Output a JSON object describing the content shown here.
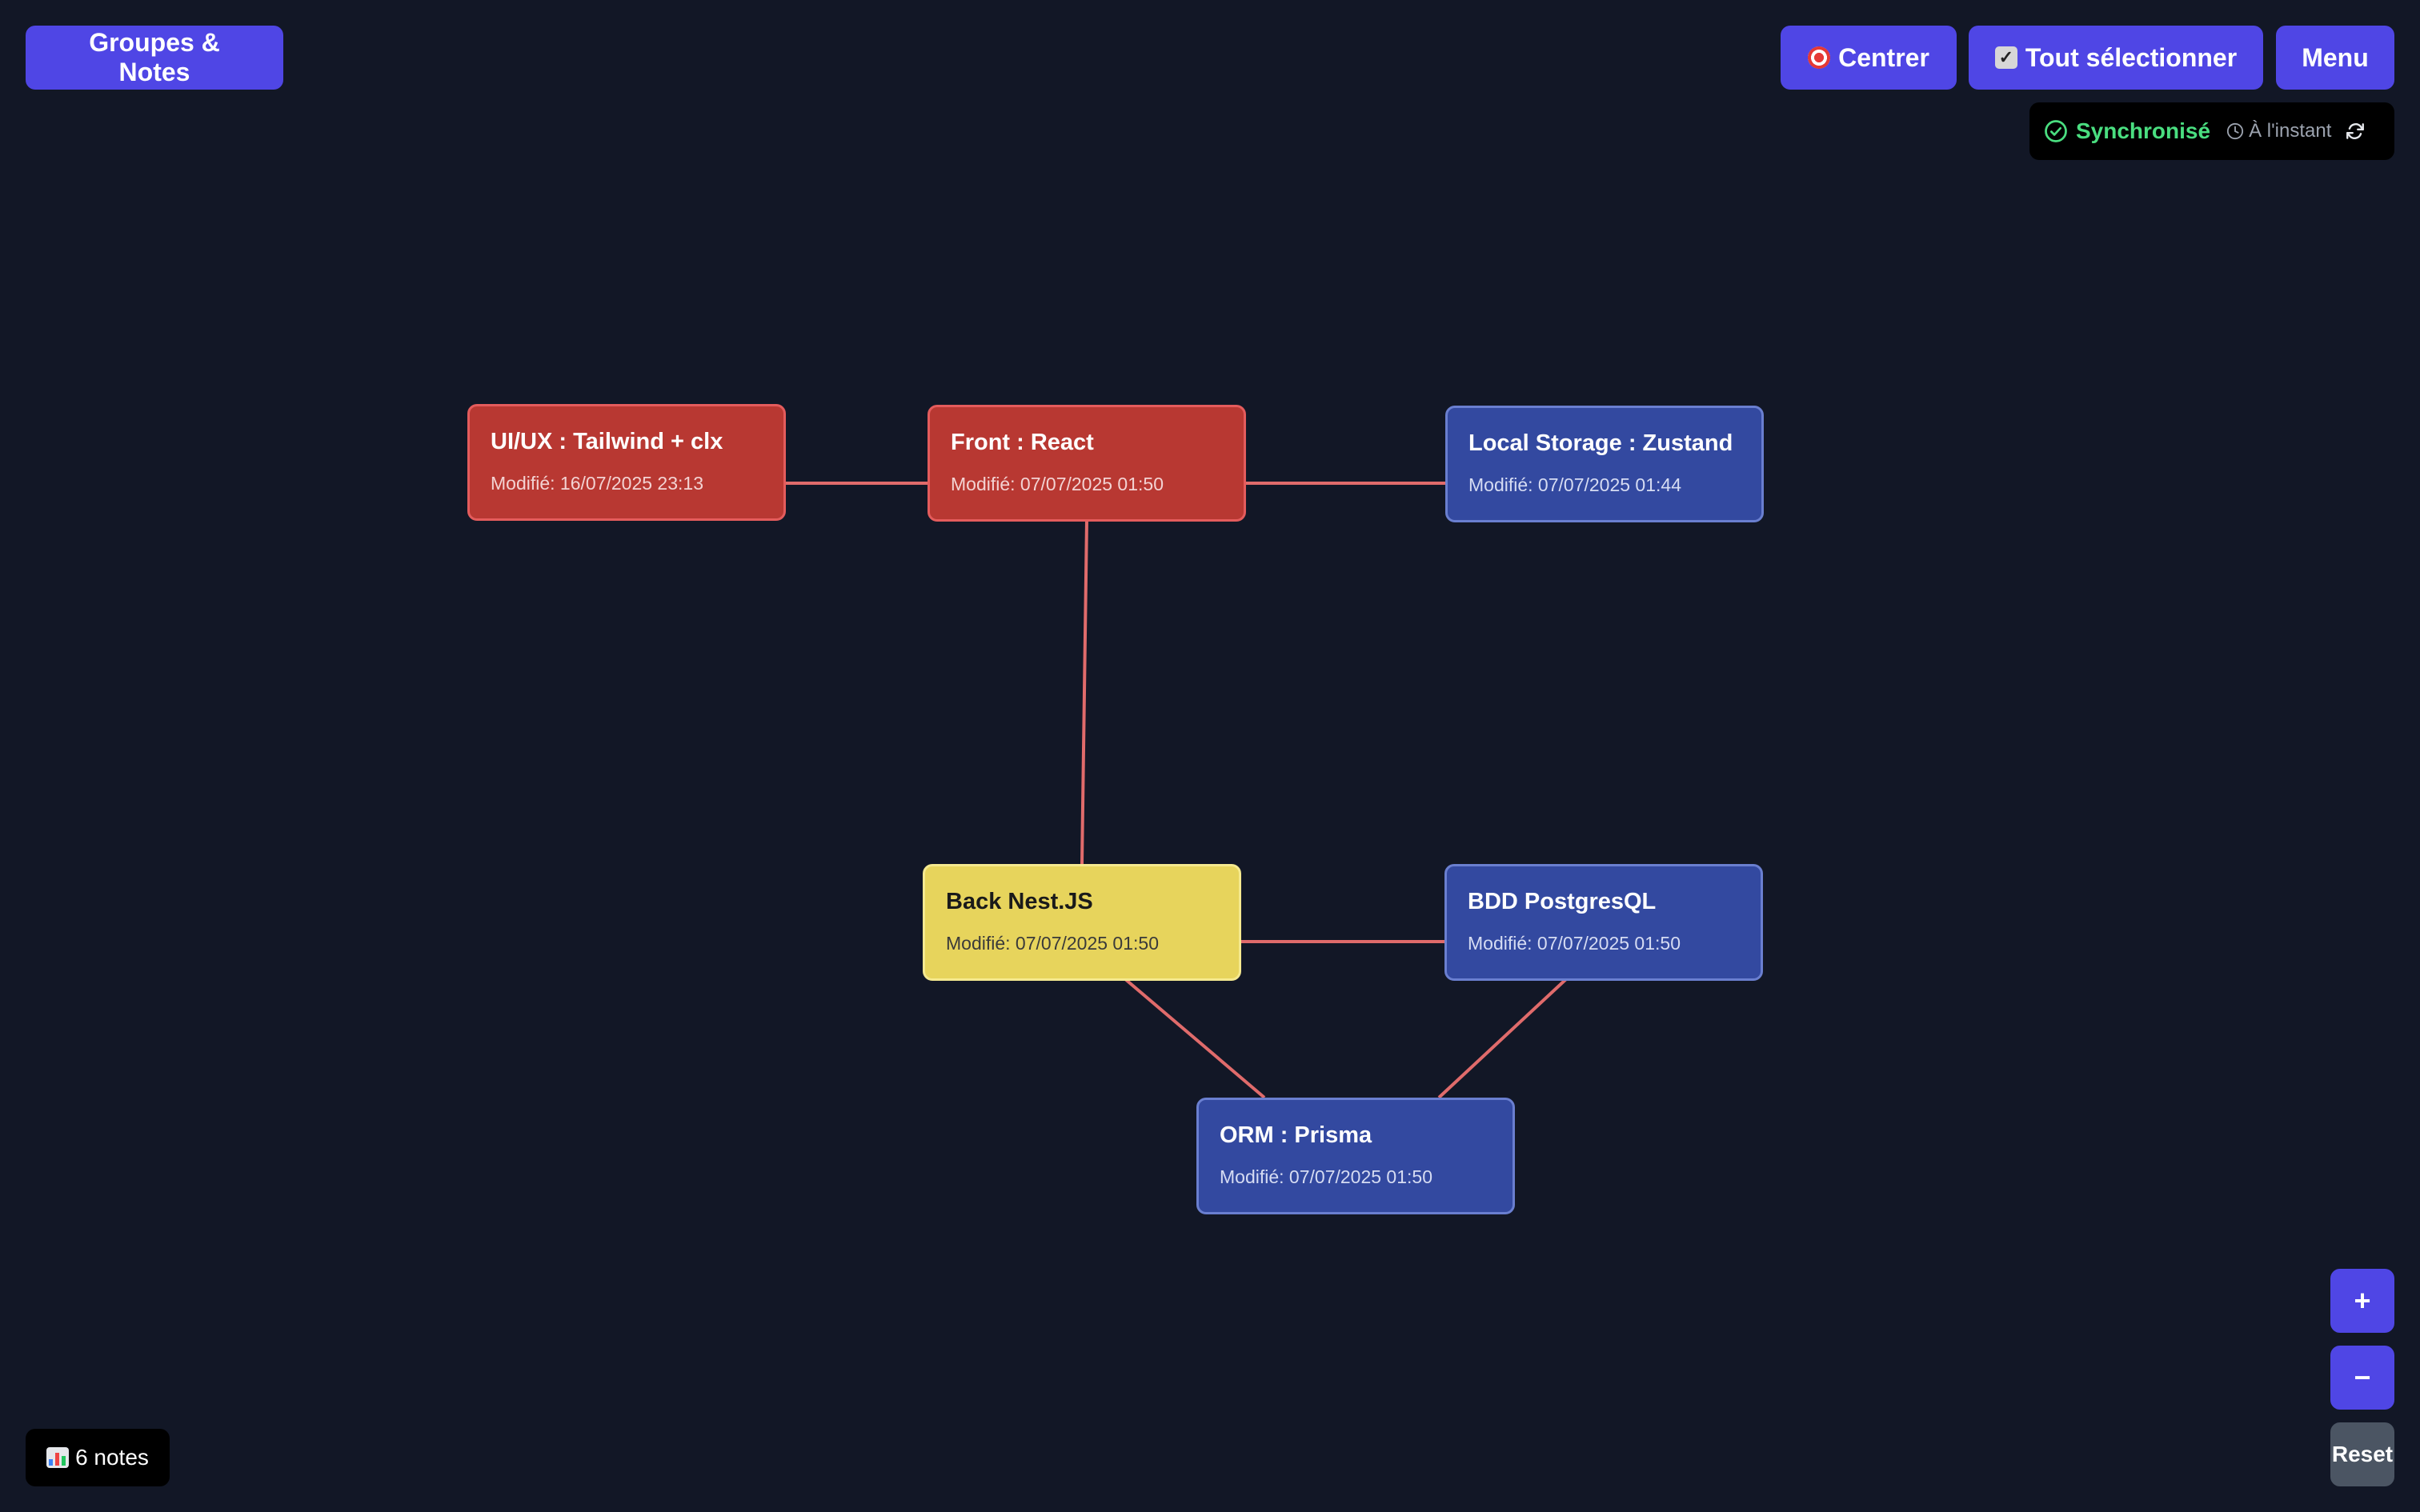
{
  "header": {
    "groups_label": "Groupes & Notes",
    "center_label": "Centrer",
    "center_icon": "target-icon",
    "select_all_label": "Tout sélectionner",
    "select_all_icon": "checkbox-icon",
    "menu_label": "Menu"
  },
  "sync": {
    "status": "Synchronisé",
    "time": "À l'instant",
    "status_color": "#4ade80"
  },
  "notes": [
    {
      "title": "UI/UX : Tailwind + clx",
      "modified": "Modifié: 16/07/2025 23:13",
      "color": "red"
    },
    {
      "title": "Front : React",
      "modified": "Modifié: 07/07/2025 01:50",
      "color": "red"
    },
    {
      "title": "Local Storage : Zustand",
      "modified": "Modifié: 07/07/2025 01:44",
      "color": "blue"
    },
    {
      "title": "Back Nest.JS",
      "modified": "Modifié: 07/07/2025 01:50",
      "color": "yellow"
    },
    {
      "title": "BDD PostgresQL",
      "modified": "Modifié: 07/07/2025 01:50",
      "color": "blue"
    },
    {
      "title": "ORM : Prisma",
      "modified": "Modifié: 07/07/2025 01:50",
      "color": "blue"
    }
  ],
  "colors": {
    "accent": "#4f46e5",
    "background": "#121726",
    "edge": "#e06b6b",
    "note_red": "#b83832",
    "note_blue": "#3349a0",
    "note_yellow": "#e7d45c"
  },
  "zoom": {
    "in_label": "+",
    "out_label": "−",
    "reset_label": "Reset"
  },
  "footer": {
    "count_label": "6 notes",
    "count_icon": "bar-chart-icon"
  }
}
